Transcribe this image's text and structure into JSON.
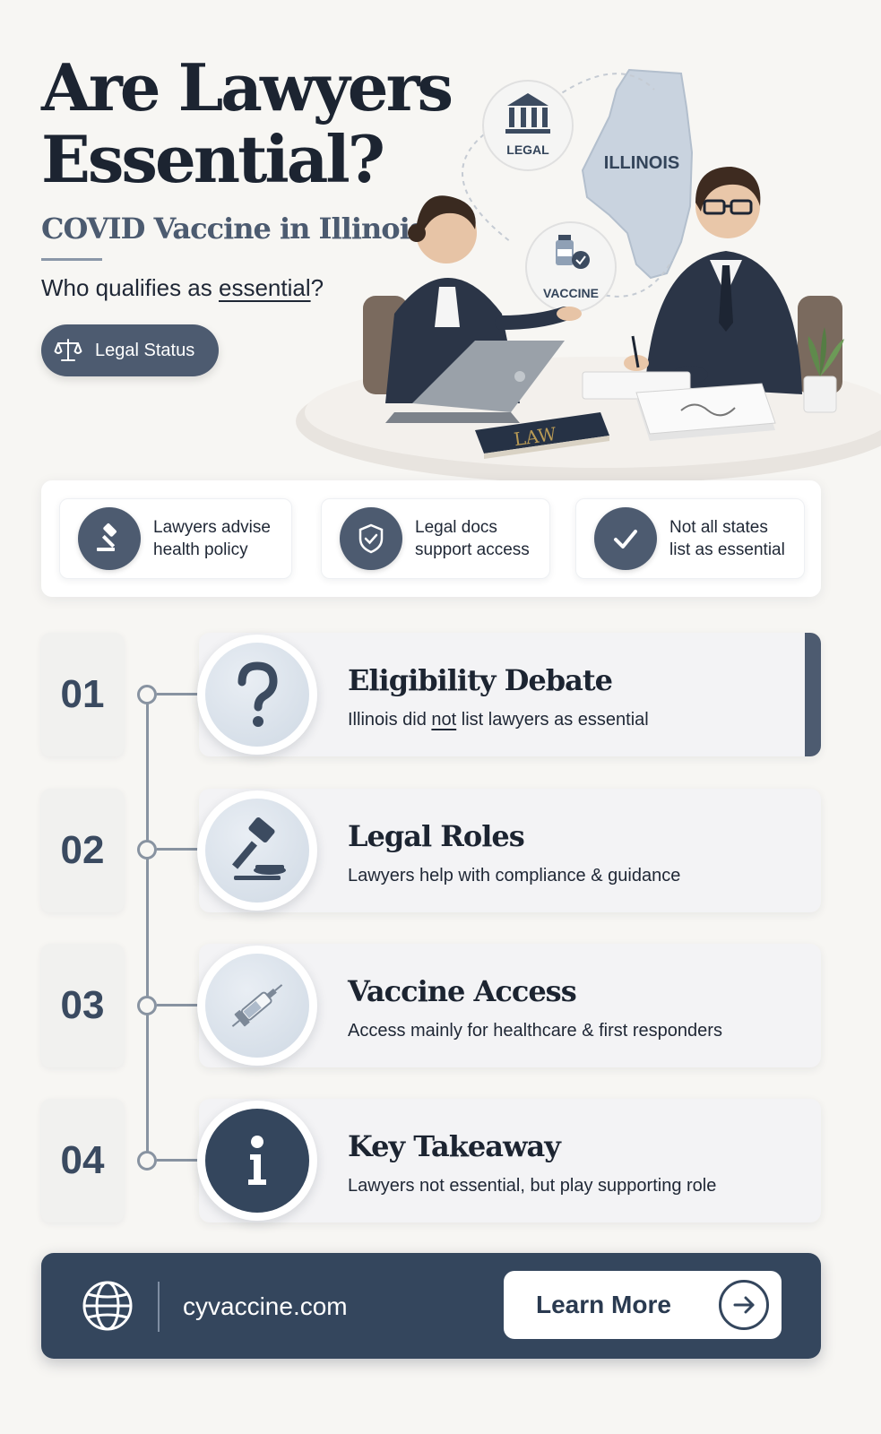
{
  "hero": {
    "title_line1": "Are Lawyers",
    "title_line2": "Essential?",
    "subtitle": "COVID Vaccine in Illinois",
    "question_prefix": "Who qualifies as ",
    "question_emphasis": "essential",
    "question_suffix": "?",
    "status_pill": "Legal Status"
  },
  "illustration": {
    "legal_bubble": "LEGAL",
    "state_label": "ILLINOIS",
    "vaccine_bubble": "VACCINE",
    "book_label": "LAW"
  },
  "features": [
    {
      "line1": "Lawyers advise",
      "line2": "health policy",
      "icon": "gavel-icon"
    },
    {
      "line1": "Legal docs",
      "line2": "support access",
      "icon": "shield-check-icon"
    },
    {
      "line1": "Not all states",
      "line2": "list as essential",
      "icon": "checkmark-icon"
    }
  ],
  "steps": [
    {
      "number": "01",
      "title": "Eligibility Debate",
      "desc_prefix": "Illinois did ",
      "desc_emphasis": "not",
      "desc_suffix": " list lawyers as essential",
      "icon": "question-mark-icon"
    },
    {
      "number": "02",
      "title": "Legal Roles",
      "desc": "Lawyers help with compliance & guidance",
      "icon": "gavel-icon"
    },
    {
      "number": "03",
      "title": "Vaccine Access",
      "desc": "Access mainly for healthcare & first responders",
      "icon": "syringe-icon"
    },
    {
      "number": "04",
      "title": "Key Takeaway",
      "desc": "Lawyers not essential, but play supporting role",
      "icon": "info-icon"
    }
  ],
  "footer": {
    "url": "cyvaccine.com",
    "cta_label": "Learn More"
  },
  "colors": {
    "accent": "#4d5b70",
    "footer_bg": "#34465d",
    "background": "#f7f6f3"
  }
}
